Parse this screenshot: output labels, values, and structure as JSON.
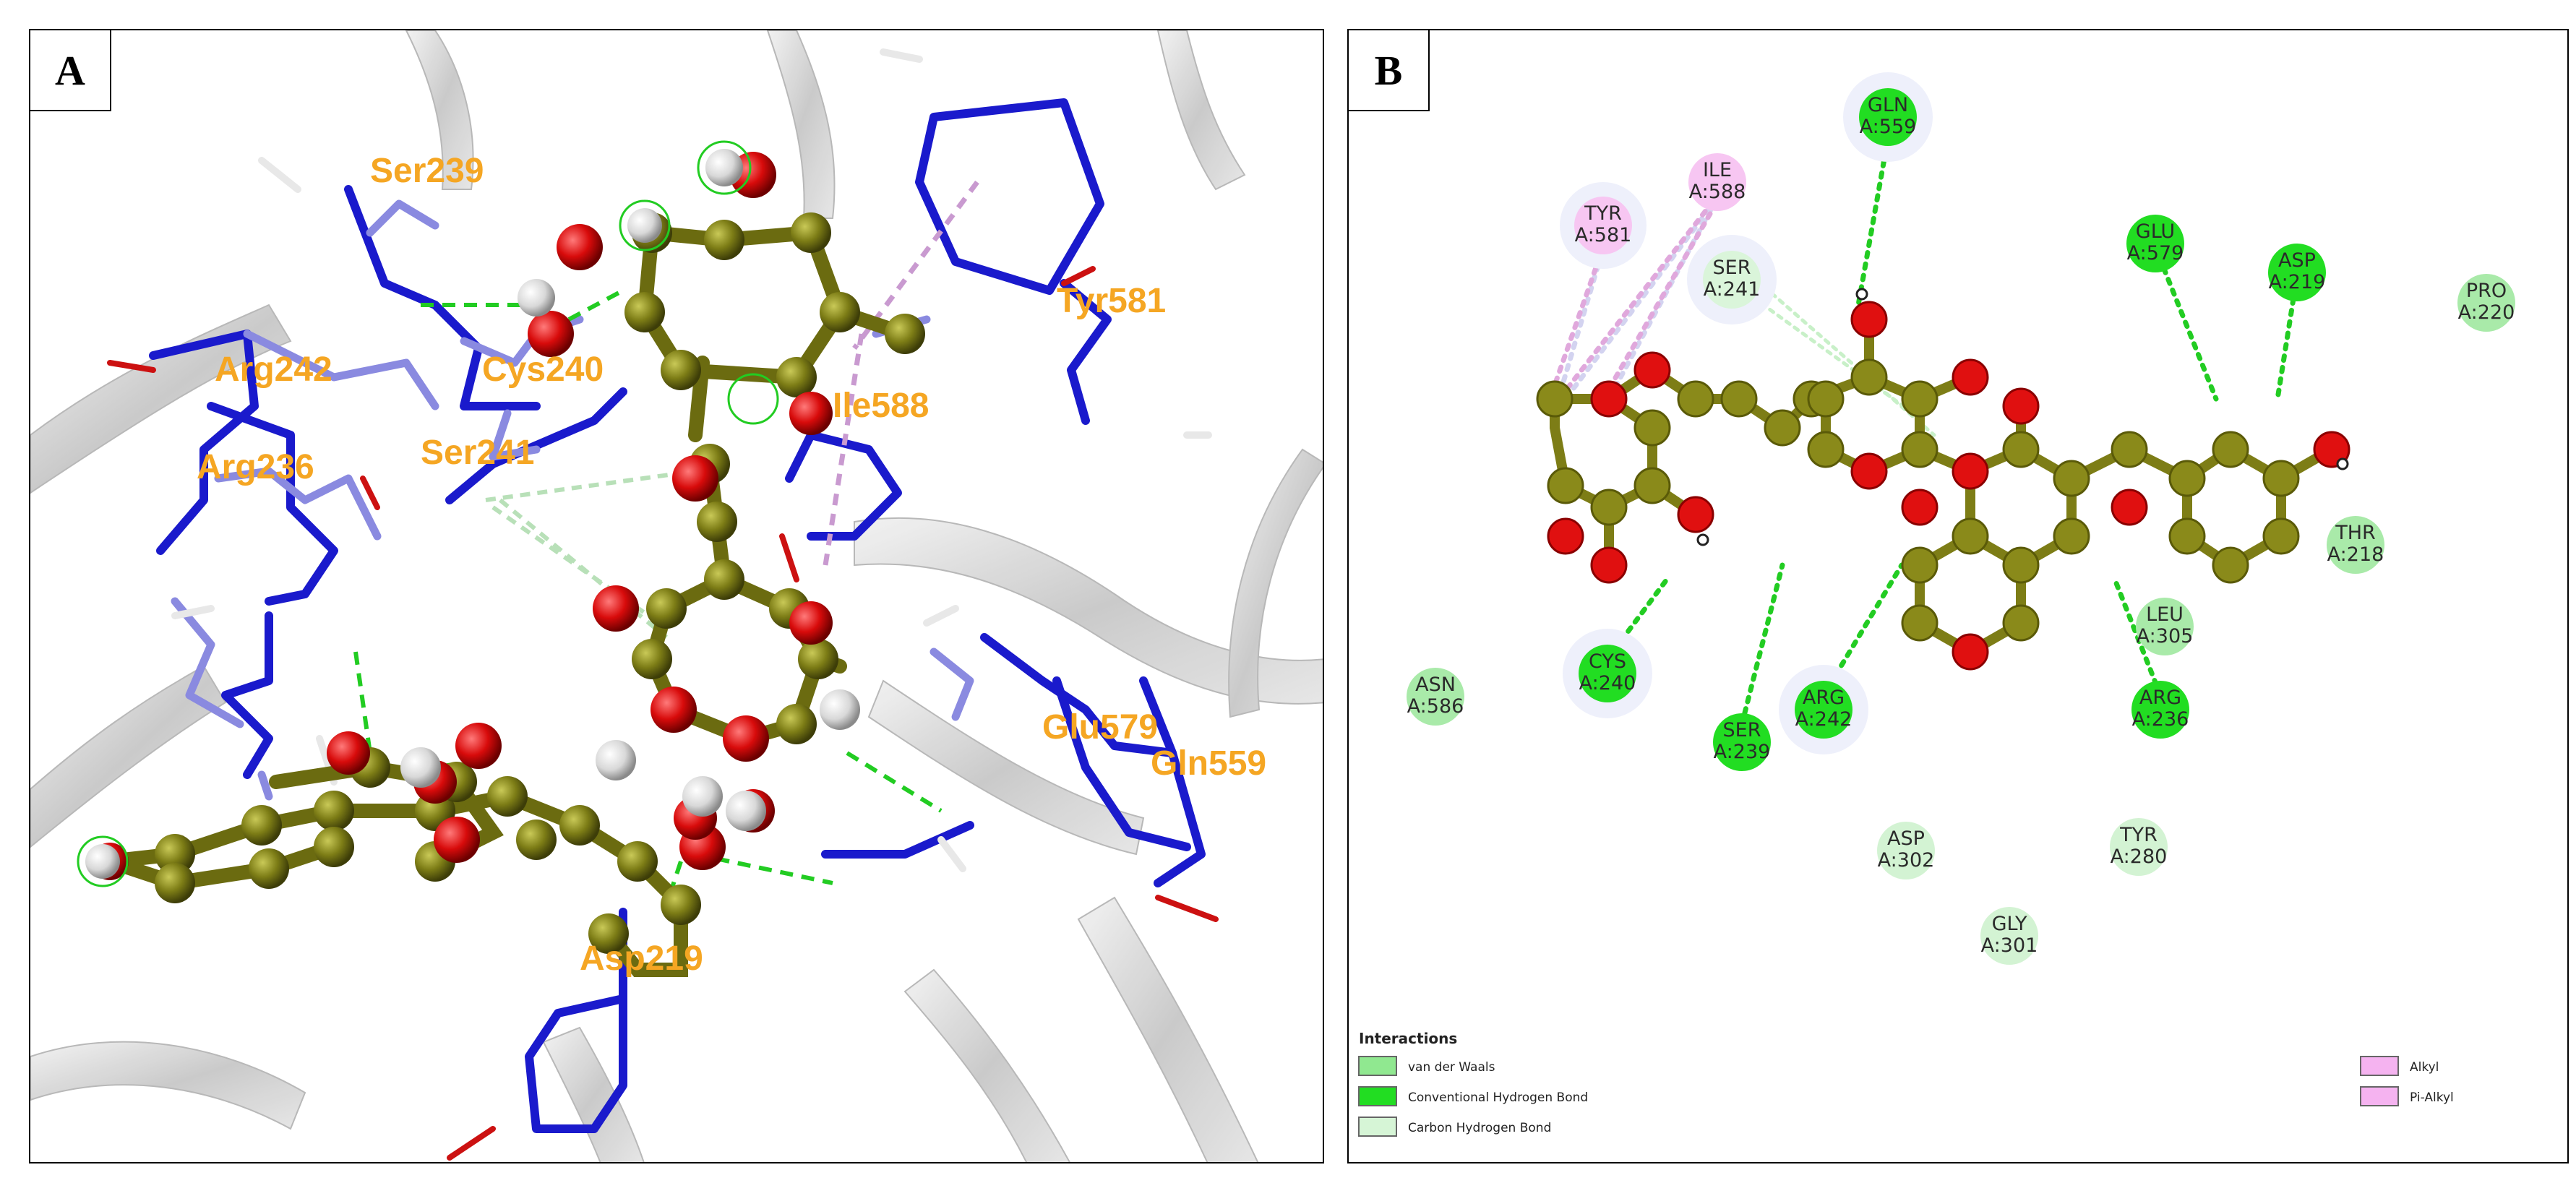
{
  "panels": {
    "a": {
      "letter": "A"
    },
    "b": {
      "letter": "B"
    }
  },
  "panel_a_labels": [
    "Ser239",
    "Arg242",
    "Cys240",
    "Arg236",
    "Ser241",
    "Ile588",
    "Tyr581",
    "Glu579",
    "Gln559",
    "Asp219"
  ],
  "panel_b_nodes": [
    {
      "id": "gln559",
      "name": "GLN",
      "id_text": "A:559",
      "type": "conventional_h_bond"
    },
    {
      "id": "ile588",
      "name": "ILE",
      "id_text": "A:588",
      "type": "alkyl"
    },
    {
      "id": "tyr581",
      "name": "TYR",
      "id_text": "A:581",
      "type": "pi_alkyl"
    },
    {
      "id": "ser241",
      "name": "SER",
      "id_text": "A:241",
      "type": "carbon_h_bond"
    },
    {
      "id": "glu579",
      "name": "GLU",
      "id_text": "A:579",
      "type": "conventional_h_bond"
    },
    {
      "id": "asp219",
      "name": "ASP",
      "id_text": "A:219",
      "type": "conventional_h_bond"
    },
    {
      "id": "pro220",
      "name": "PRO",
      "id_text": "A:220",
      "type": "van_der_waals"
    },
    {
      "id": "thr218",
      "name": "THR",
      "id_text": "A:218",
      "type": "van_der_waals"
    },
    {
      "id": "leu305",
      "name": "LEU",
      "id_text": "A:305",
      "type": "van_der_waals"
    },
    {
      "id": "arg236",
      "name": "ARG",
      "id_text": "A:236",
      "type": "conventional_h_bond"
    },
    {
      "id": "arg242",
      "name": "ARG",
      "id_text": "A:242",
      "type": "conventional_h_bond"
    },
    {
      "id": "cys240",
      "name": "CYS",
      "id_text": "A:240",
      "type": "conventional_h_bond"
    },
    {
      "id": "ser239",
      "name": "SER",
      "id_text": "A:239",
      "type": "conventional_h_bond"
    },
    {
      "id": "asn586",
      "name": "ASN",
      "id_text": "A:586",
      "type": "van_der_waals"
    },
    {
      "id": "asp302",
      "name": "ASP",
      "id_text": "A:302",
      "type": "van_der_waals"
    },
    {
      "id": "tyr280",
      "name": "TYR",
      "id_text": "A:280",
      "type": "van_der_waals"
    },
    {
      "id": "gly301",
      "name": "GLY",
      "id_text": "A:301",
      "type": "van_der_waals"
    }
  ],
  "legend": {
    "title": "Interactions",
    "items": [
      {
        "label": "van der Waals",
        "color": "#90e890"
      },
      {
        "label": "Conventional Hydrogen Bond",
        "color": "#22dd22"
      },
      {
        "label": "Carbon Hydrogen Bond",
        "color": "#d6f5d6"
      },
      {
        "label": "Alkyl",
        "color": "#f5b3f0"
      },
      {
        "label": "Pi-Alkyl",
        "color": "#f5b3f0"
      }
    ]
  },
  "colors": {
    "ligand_carbon": "#7d7d16",
    "oxygen": "#e01010",
    "hydrogen": "#e0e0e0",
    "residue_stick": "#1a1acc",
    "hbond": "#22cc22",
    "pi_alkyl": "#d49ad4",
    "label": "#f5a623"
  }
}
